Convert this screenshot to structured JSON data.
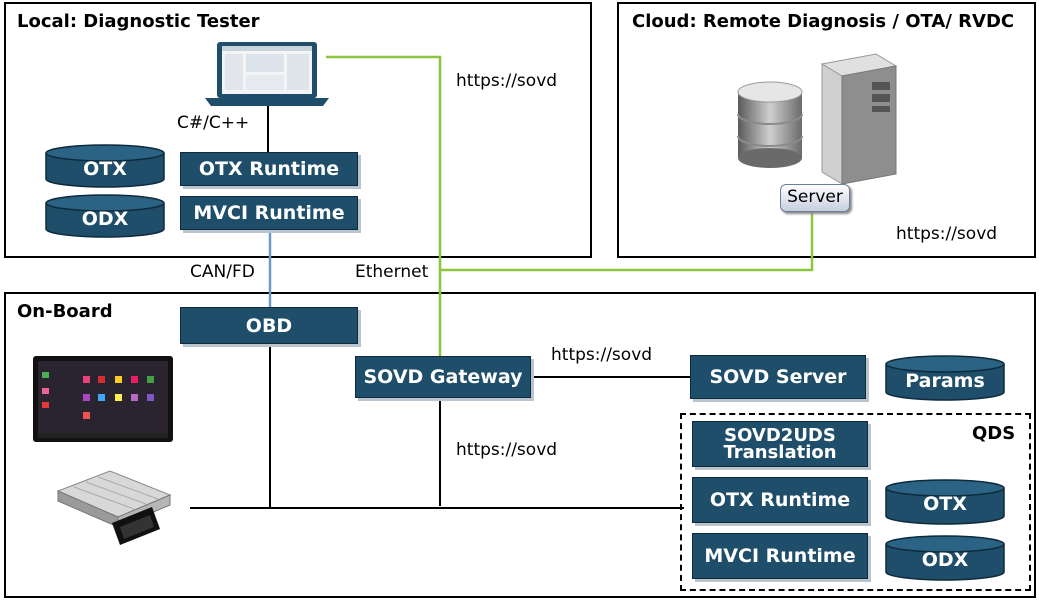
{
  "local": {
    "title": "Local: Diagnostic Tester",
    "lang_label": "C#/C++",
    "otx_cylinder": "OTX",
    "odx_cylinder": "ODX",
    "otx_runtime": "OTX Runtime",
    "mvci_runtime": "MVCI Runtime"
  },
  "cloud": {
    "title": "Cloud: Remote Diagnosis / OTA/ RVDC",
    "server_label": "Server",
    "https_label": "https://sovd"
  },
  "links": {
    "https_top": "https://sovd",
    "canfd": "CAN/FD",
    "ethernet": "Ethernet",
    "https_gateway_server": "https://sovd",
    "https_gateway_down": "https://sovd"
  },
  "onboard": {
    "title": "On-Board",
    "obd": "OBD",
    "sovd_gateway": "SOVD Gateway",
    "sovd_server": "SOVD Server",
    "params_cylinder": "Params",
    "qds": {
      "title": "QDS",
      "translation_line1": "SOVD2UDS",
      "translation_line2": "Translation",
      "otx_runtime": "OTX Runtime",
      "mvci_runtime": "MVCI Runtime",
      "otx_cylinder": "OTX",
      "odx_cylinder": "ODX"
    }
  },
  "colors": {
    "box_fill": "#1f4e6b",
    "ethernet_line": "#8cc63f",
    "canfd_line": "#6b9bc3"
  }
}
